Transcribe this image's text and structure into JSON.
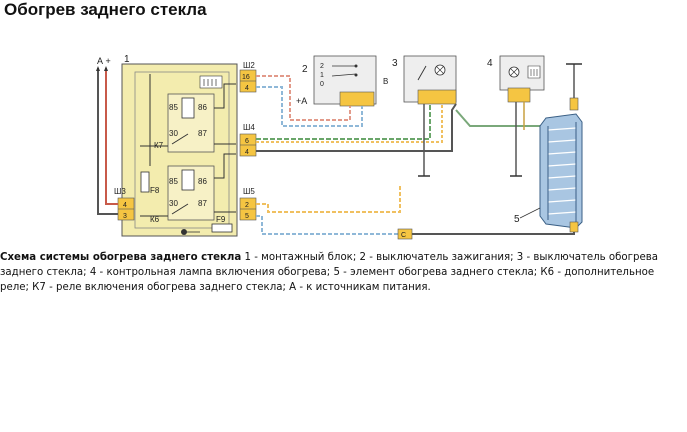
{
  "title": "Обогрев заднего стекла",
  "caption": {
    "bold": "Схема системы обогрева заднего стекла",
    "text": " 1 - монтажный блок; 2 - выключатель зажигания; 3 - выключатель обогрева заднего стекла; 4 - контрольная лампа включения обогрева; 5 - элемент обогрева заднего стекла; К6 - дополнительное реле; К7 - реле включения обогрева заднего стекла; А - к источникам питания."
  },
  "diagram": {
    "labels": {
      "a_plus": "А +",
      "a_minus": "А",
      "num1": "1",
      "num2": "2",
      "num3": "3",
      "num4": "4",
      "num5": "5",
      "plus_a": "+А",
      "b_label": "В",
      "sh2": "Ш2",
      "sh3": "Ш3",
      "sh4": "Ш4",
      "sh5": "Ш5",
      "pin_16": "16",
      "pin_4a": "4",
      "pin_6": "6",
      "pin_4b": "4",
      "pin_2": "2",
      "pin_5": "5",
      "sh3_4": "4",
      "sh3_3": "3",
      "k7": "К7",
      "k6": "К6",
      "f8": "F8",
      "f9": "F9",
      "r85a": "85",
      "r86a": "86",
      "r30a": "30",
      "r87a": "87",
      "r85b": "85",
      "r86b": "86",
      "r30b": "30",
      "r87b": "87",
      "sw2_2": "2",
      "sw2_1": "1",
      "sw2_0": "0",
      "conn_c": "С"
    }
  }
}
